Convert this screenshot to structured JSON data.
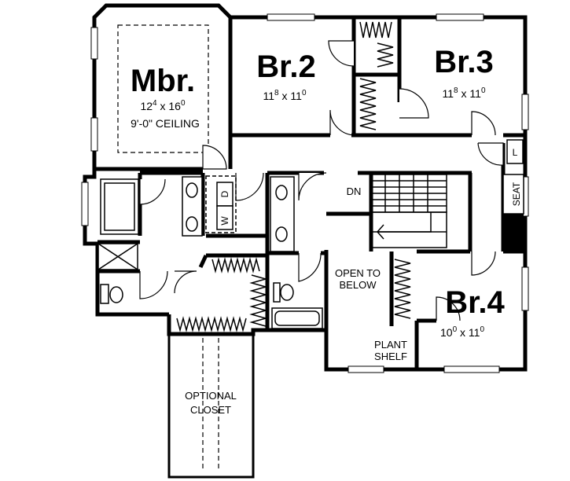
{
  "rooms": {
    "mbr": {
      "name": "Mbr.",
      "w_ft": "12",
      "w_in": "4",
      "sep": "x",
      "d_ft": "16",
      "d_in": "0",
      "note": "9'-0\" CEILING"
    },
    "br2": {
      "name": "Br.2",
      "w_ft": "11",
      "w_in": "8",
      "sep": "x",
      "d_ft": "11",
      "d_in": "0"
    },
    "br3": {
      "name": "Br.3",
      "w_ft": "11",
      "w_in": "8",
      "sep": "x",
      "d_ft": "11",
      "d_in": "0"
    },
    "br4": {
      "name": "Br.4",
      "w_ft": "10",
      "w_in": "0",
      "sep": "x",
      "d_ft": "11",
      "d_in": "0"
    }
  },
  "labels": {
    "dn": "DN",
    "open_line1": "OPEN TO",
    "open_line2": "BELOW",
    "plant_line1": "PLANT",
    "plant_line2": "SHELF",
    "optional_line1": "OPTIONAL",
    "optional_line2": "CLOSET",
    "seat": "SEAT",
    "linen": "L",
    "washer": "W",
    "dryer": "D"
  }
}
